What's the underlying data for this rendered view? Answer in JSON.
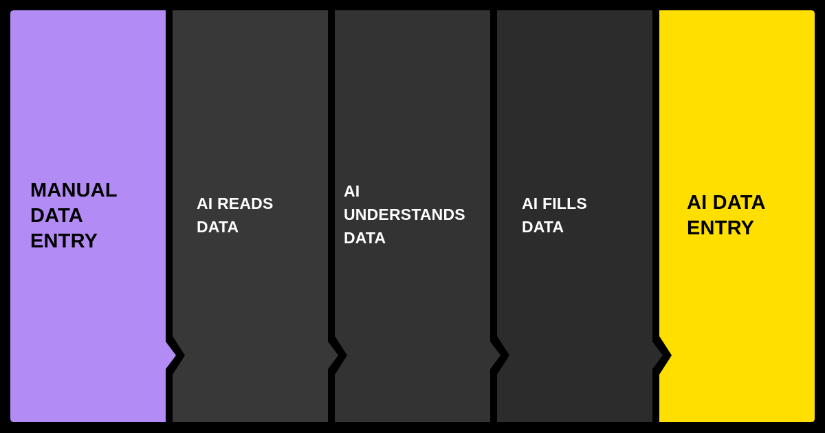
{
  "diagram": {
    "type": "process-flow",
    "direction": "left-to-right",
    "background_color": "#000000",
    "steps": [
      {
        "id": "manual",
        "lines": [
          "MANUAL",
          "DATA",
          "ENTRY"
        ],
        "label": "MANUAL DATA ENTRY",
        "fill": "#b38bf5",
        "text_color": "#000000"
      },
      {
        "id": "reads",
        "lines": [
          "AI READS",
          "DATA"
        ],
        "label": "AI READS DATA",
        "fill": "#383838",
        "text_color": "#ffffff"
      },
      {
        "id": "understands",
        "lines": [
          "AI",
          "UNDERSTANDS",
          "DATA"
        ],
        "label": "AI UNDERSTANDS DATA",
        "fill": "#333333",
        "text_color": "#ffffff"
      },
      {
        "id": "fills",
        "lines": [
          "AI FILLS",
          "DATA"
        ],
        "label": "AI FILLS DATA",
        "fill": "#2c2c2c",
        "text_color": "#ffffff"
      },
      {
        "id": "ai-entry",
        "lines": [
          "AI DATA",
          "ENTRY"
        ],
        "label": "AI DATA ENTRY",
        "fill": "#ffdf00",
        "text_color": "#000000"
      }
    ],
    "connectors": [
      {
        "from": "manual",
        "to": "reads",
        "shape": "chevron-arrow-right"
      },
      {
        "from": "reads",
        "to": "understands",
        "shape": "chevron-arrow-right"
      },
      {
        "from": "understands",
        "to": "fills",
        "shape": "chevron-arrow-right"
      },
      {
        "from": "fills",
        "to": "ai-entry",
        "shape": "chevron-arrow-right"
      }
    ]
  }
}
